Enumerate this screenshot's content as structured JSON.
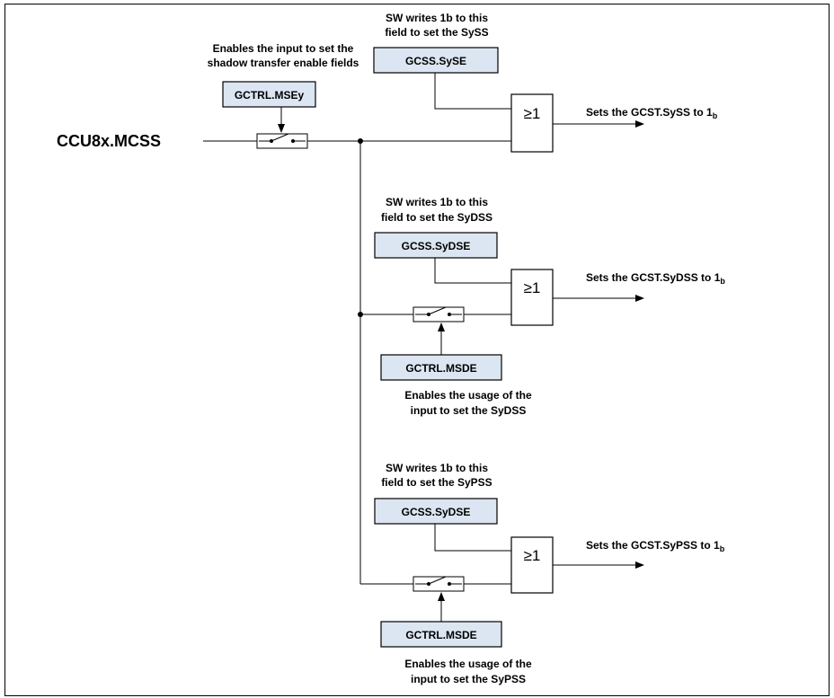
{
  "input": {
    "label": "CCU8x.MCSS"
  },
  "top": {
    "note_lines": [
      "Enables the input to set the",
      "shadow transfer enable fields"
    ],
    "switch_register": "GCTRL.MSEy"
  },
  "paths": [
    {
      "id": "syss",
      "note_lines": [
        "SW writes 1b to this",
        "field to set the SySS"
      ],
      "register": "GCSS.SySE",
      "gate": "≥1",
      "output_text": "Sets the GCST.SySS to 1",
      "output_sub": "b"
    },
    {
      "id": "sydss",
      "note_lines": [
        "SW writes 1b to this",
        "field to set the SyDSS"
      ],
      "register": "GCSS.SyDSE",
      "gate": "≥1",
      "output_text": "Sets the GCST.SyDSS to 1",
      "output_sub": "b",
      "switch_register": "GCTRL.MSDE",
      "switch_note_lines": [
        "Enables the usage of the",
        "input to set the SyDSS"
      ]
    },
    {
      "id": "sypss",
      "note_lines": [
        "SW writes 1b to this",
        "field to set the SyPSS"
      ],
      "register": "GCSS.SyDSE",
      "gate": "≥1",
      "output_text": "Sets the GCST.SyPSS to 1",
      "output_sub": "b",
      "switch_register": "GCTRL.MSDE",
      "switch_note_lines": [
        "Enables the usage of the",
        "input to set the SyPSS"
      ]
    }
  ]
}
